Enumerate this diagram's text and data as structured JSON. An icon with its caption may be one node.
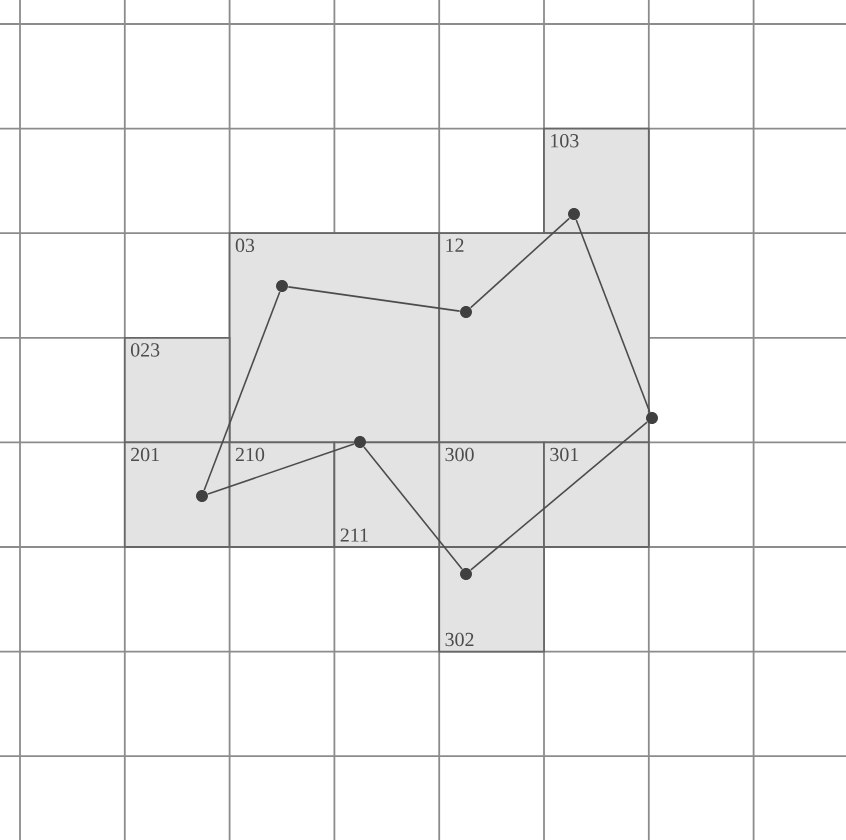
{
  "diagram": {
    "nodes": [
      {
        "text": [],
        "shape": "circle"
      },
      {
        "text": [],
        "shape": "circle"
      },
      {
        "text": [],
        "shape": "circle"
      },
      {
        "text": [],
        "shape": "circle"
      },
      {
        "text": [],
        "shape": "circle"
      },
      {
        "text": [],
        "shape": "circle"
      },
      {
        "text": [],
        "shape": "circle"
      }
    ],
    "edges": [
      {
        "from": 5,
        "to": 1,
        "arrow": "none"
      },
      {
        "from": 1,
        "to": 2,
        "arrow": "none"
      },
      {
        "from": 2,
        "to": 0,
        "arrow": "none"
      },
      {
        "from": 0,
        "to": 3,
        "arrow": "none"
      },
      {
        "from": 3,
        "to": 6,
        "arrow": "none"
      },
      {
        "from": 6,
        "to": 4,
        "arrow": "none"
      },
      {
        "from": 4,
        "to": 5,
        "arrow": "none"
      }
    ],
    "labels": [
      "103",
      "03",
      "12",
      "023",
      "201",
      "210",
      "300",
      "301",
      "211",
      "302"
    ]
  }
}
